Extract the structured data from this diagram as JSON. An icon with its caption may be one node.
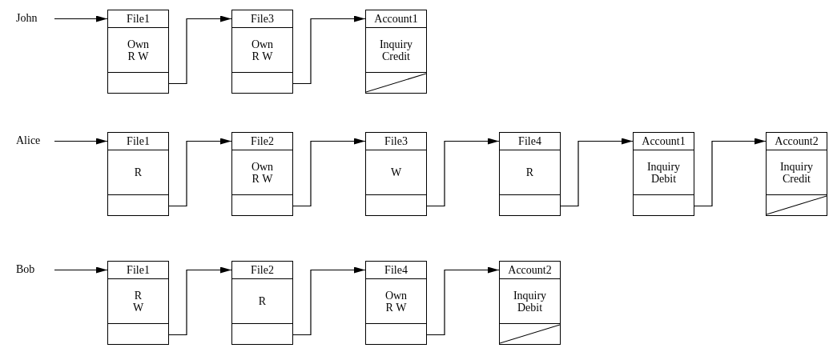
{
  "diagram": {
    "nodes": [
      {
        "text": [
          "John"
        ]
      },
      {
        "text": [
          "File1",
          "Own R W"
        ]
      },
      {
        "text": [
          "File3",
          "Own R W"
        ]
      },
      {
        "text": [
          "Account1",
          "Inquiry Credit"
        ]
      },
      {
        "text": [
          "Alice"
        ]
      },
      {
        "text": [
          "File1",
          "R"
        ]
      },
      {
        "text": [
          "File2",
          "Own R W"
        ]
      },
      {
        "text": [
          "File3",
          "W"
        ]
      },
      {
        "text": [
          "File4",
          "R"
        ]
      },
      {
        "text": [
          "Account1",
          "Inquiry Debit"
        ]
      },
      {
        "text": [
          "Account2",
          "Inquiry Credit"
        ]
      },
      {
        "text": [
          "Bob"
        ]
      },
      {
        "text": [
          "File1",
          "R W"
        ]
      },
      {
        "text": [
          "File2",
          "R"
        ]
      },
      {
        "text": [
          "File4",
          "Own R W"
        ]
      },
      {
        "text": [
          "Account2",
          "Inquiry Debit"
        ]
      }
    ],
    "edges": [
      {
        "from": 0,
        "to": 1,
        "arrow": "to"
      },
      {
        "from": 1,
        "to": 2,
        "arrow": "to"
      },
      {
        "from": 2,
        "to": 3,
        "arrow": "to"
      },
      {
        "from": 4,
        "to": 5,
        "arrow": "to"
      },
      {
        "from": 5,
        "to": 6,
        "arrow": "to"
      },
      {
        "from": 6,
        "to": 7,
        "arrow": "to"
      },
      {
        "from": 7,
        "to": 8,
        "arrow": "to"
      },
      {
        "from": 8,
        "to": 9,
        "arrow": "to"
      },
      {
        "from": 9,
        "to": 10,
        "arrow": "to"
      },
      {
        "from": 11,
        "to": 12,
        "arrow": "to"
      },
      {
        "from": 12,
        "to": 13,
        "arrow": "to"
      },
      {
        "from": 13,
        "to": 14,
        "arrow": "to"
      },
      {
        "from": 14,
        "to": 15,
        "arrow": "to"
      }
    ]
  }
}
